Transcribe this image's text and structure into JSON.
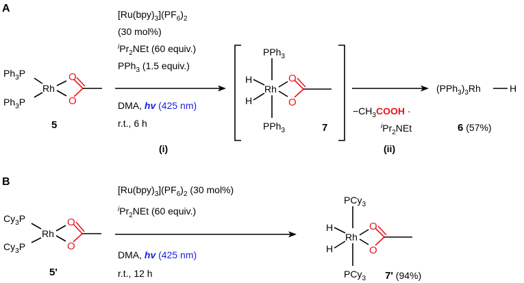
{
  "panel_a": {
    "label": "A",
    "compound_5": {
      "ligand_top": "Ph",
      "ligand_top_sub": "3",
      "ligand_top_p": "P",
      "ligand_bottom": "Ph",
      "ligand_bottom_sub": "3",
      "ligand_bottom_p": "P",
      "metal": "Rh",
      "oxygen": "O",
      "number": "5"
    },
    "step_i": {
      "catalyst_ru": "[Ru(bpy)",
      "catalyst_sub1": "3",
      "catalyst_mid": "](PF",
      "catalyst_sub2": "6",
      "catalyst_end": ")",
      "catalyst_sub3": "2",
      "catalyst_loading": "(30 mol%)",
      "base_prefix": "i",
      "base_pr": "Pr",
      "base_sub": "2",
      "base_rest": "NEt (60 equiv.)",
      "phosphine": "PPh",
      "phosphine_sub": "3",
      "phosphine_amount": " (1.5 equiv.)",
      "solvent": "DMA, ",
      "hv": "hv",
      "wavelength": " (425 nm)",
      "conditions": "r.t., 6 h",
      "label": "(i)"
    },
    "compound_7": {
      "top_ligand": "PPh",
      "top_sub": "3",
      "bottom_ligand": "PPh",
      "bottom_sub": "3",
      "hydride": "H",
      "metal": "Rh",
      "oxygen": "O",
      "number": "7"
    },
    "step_ii": {
      "minus_prefix": "−CH",
      "minus_sub": "3",
      "acid": "COOH",
      "dot": " ·",
      "amine_prefix": "i",
      "amine_pr": "Pr",
      "amine_sub": "2",
      "amine_rest": "NEt",
      "label": "(ii)"
    },
    "compound_6": {
      "formula_pre": "(PPh",
      "formula_sub1": "3",
      "formula_mid": ")",
      "formula_sub2": "3",
      "formula_rh": "Rh",
      "formula_h": "H",
      "number": "6",
      "yield": " (57%)"
    }
  },
  "panel_b": {
    "label": "B",
    "compound_5p": {
      "ligand": "Cy",
      "ligand_sub": "3",
      "ligand_p": "P",
      "metal": "Rh",
      "oxygen": "O",
      "number": "5'"
    },
    "step": {
      "catalyst_ru": "[Ru(bpy)",
      "catalyst_sub1": "3",
      "catalyst_mid": "](PF",
      "catalyst_sub2": "6",
      "catalyst_end": ")",
      "catalyst_sub3": "2",
      "catalyst_loading": " (30 mol%)",
      "base_prefix": "i",
      "base_pr": "Pr",
      "base_sub": "2",
      "base_rest": "NEt (60 equiv.)",
      "solvent": "DMA, ",
      "hv": "hv",
      "wavelength": " (425 nm)",
      "conditions": "r.t., 12 h"
    },
    "compound_7p": {
      "top_ligand": "PCy",
      "top_sub": "3",
      "bottom_ligand": "PCy",
      "bottom_sub": "3",
      "hydride": "H",
      "metal": "Rh",
      "oxygen": "O",
      "number": "7'",
      "yield": " (94%)"
    }
  }
}
